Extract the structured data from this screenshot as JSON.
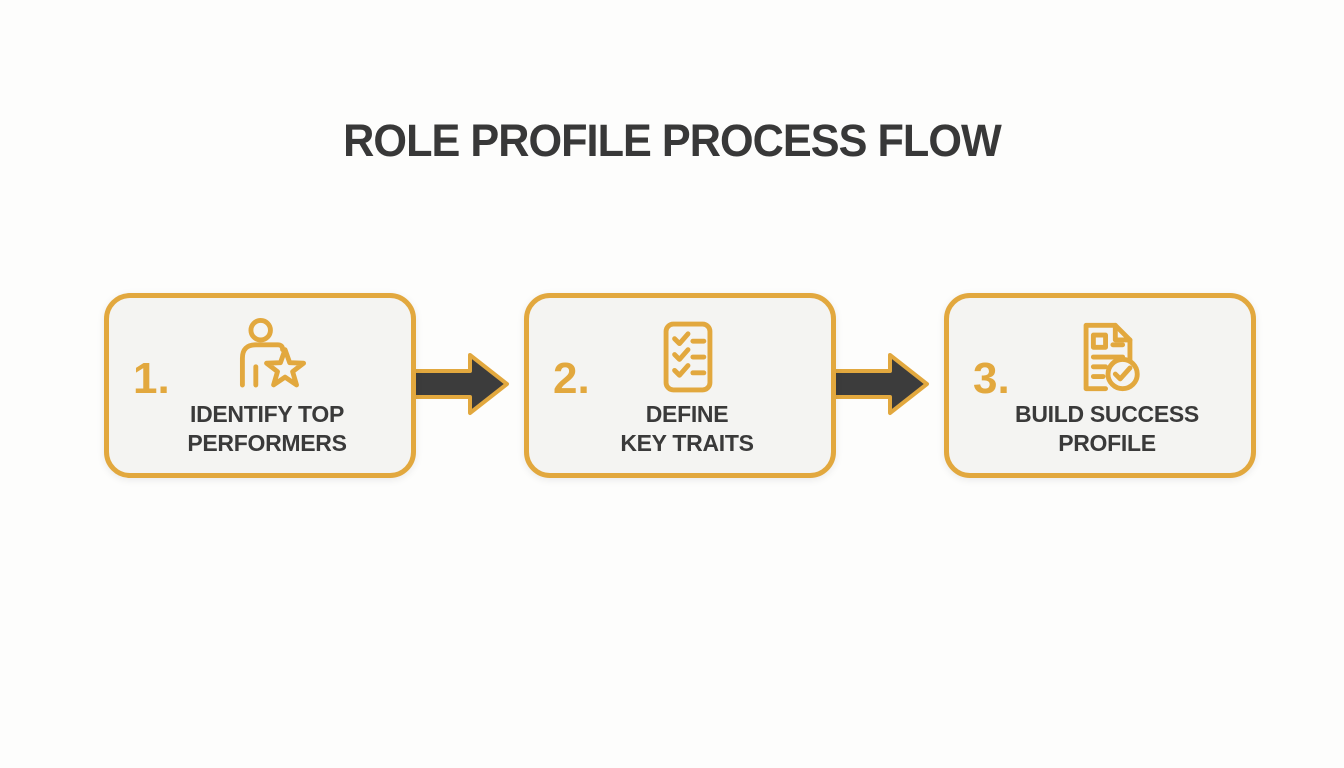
{
  "title": "ROLE PROFILE PROCESS FLOW",
  "colors": {
    "gold": "#E2A83E",
    "dark": "#3C3C3C",
    "box_fill": "#F4F4F2",
    "background": "#FDFDFC",
    "title_text": "#383838"
  },
  "steps": [
    {
      "number": "1.",
      "icon": "person-star-icon",
      "label_line1": "IDENTIFY TOP",
      "label_line2": "PERFORMERS"
    },
    {
      "number": "2.",
      "icon": "checklist-icon",
      "label_line1": "DEFINE",
      "label_line2": "KEY TRAITS"
    },
    {
      "number": "3.",
      "icon": "document-check-icon",
      "label_line1": "BUILD SUCCESS",
      "label_line2": "PROFILE"
    }
  ]
}
